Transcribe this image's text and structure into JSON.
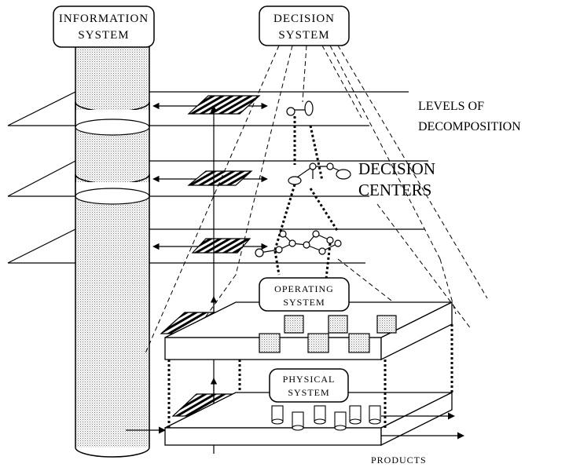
{
  "labels": {
    "information_system": [
      "INFORMATION",
      "SYSTEM"
    ],
    "decision_system": [
      "DECISION",
      "SYSTEM"
    ],
    "levels_of_decomposition": [
      "LEVELS OF",
      "DECOMPOSITION"
    ],
    "decision_centers": [
      "DECISION",
      "CENTERS"
    ],
    "operating_system": [
      "OPERATING",
      "SYSTEM"
    ],
    "physical_system": [
      "PHYSICAL",
      "SYSTEM"
    ],
    "products": "PRODUCTS"
  }
}
